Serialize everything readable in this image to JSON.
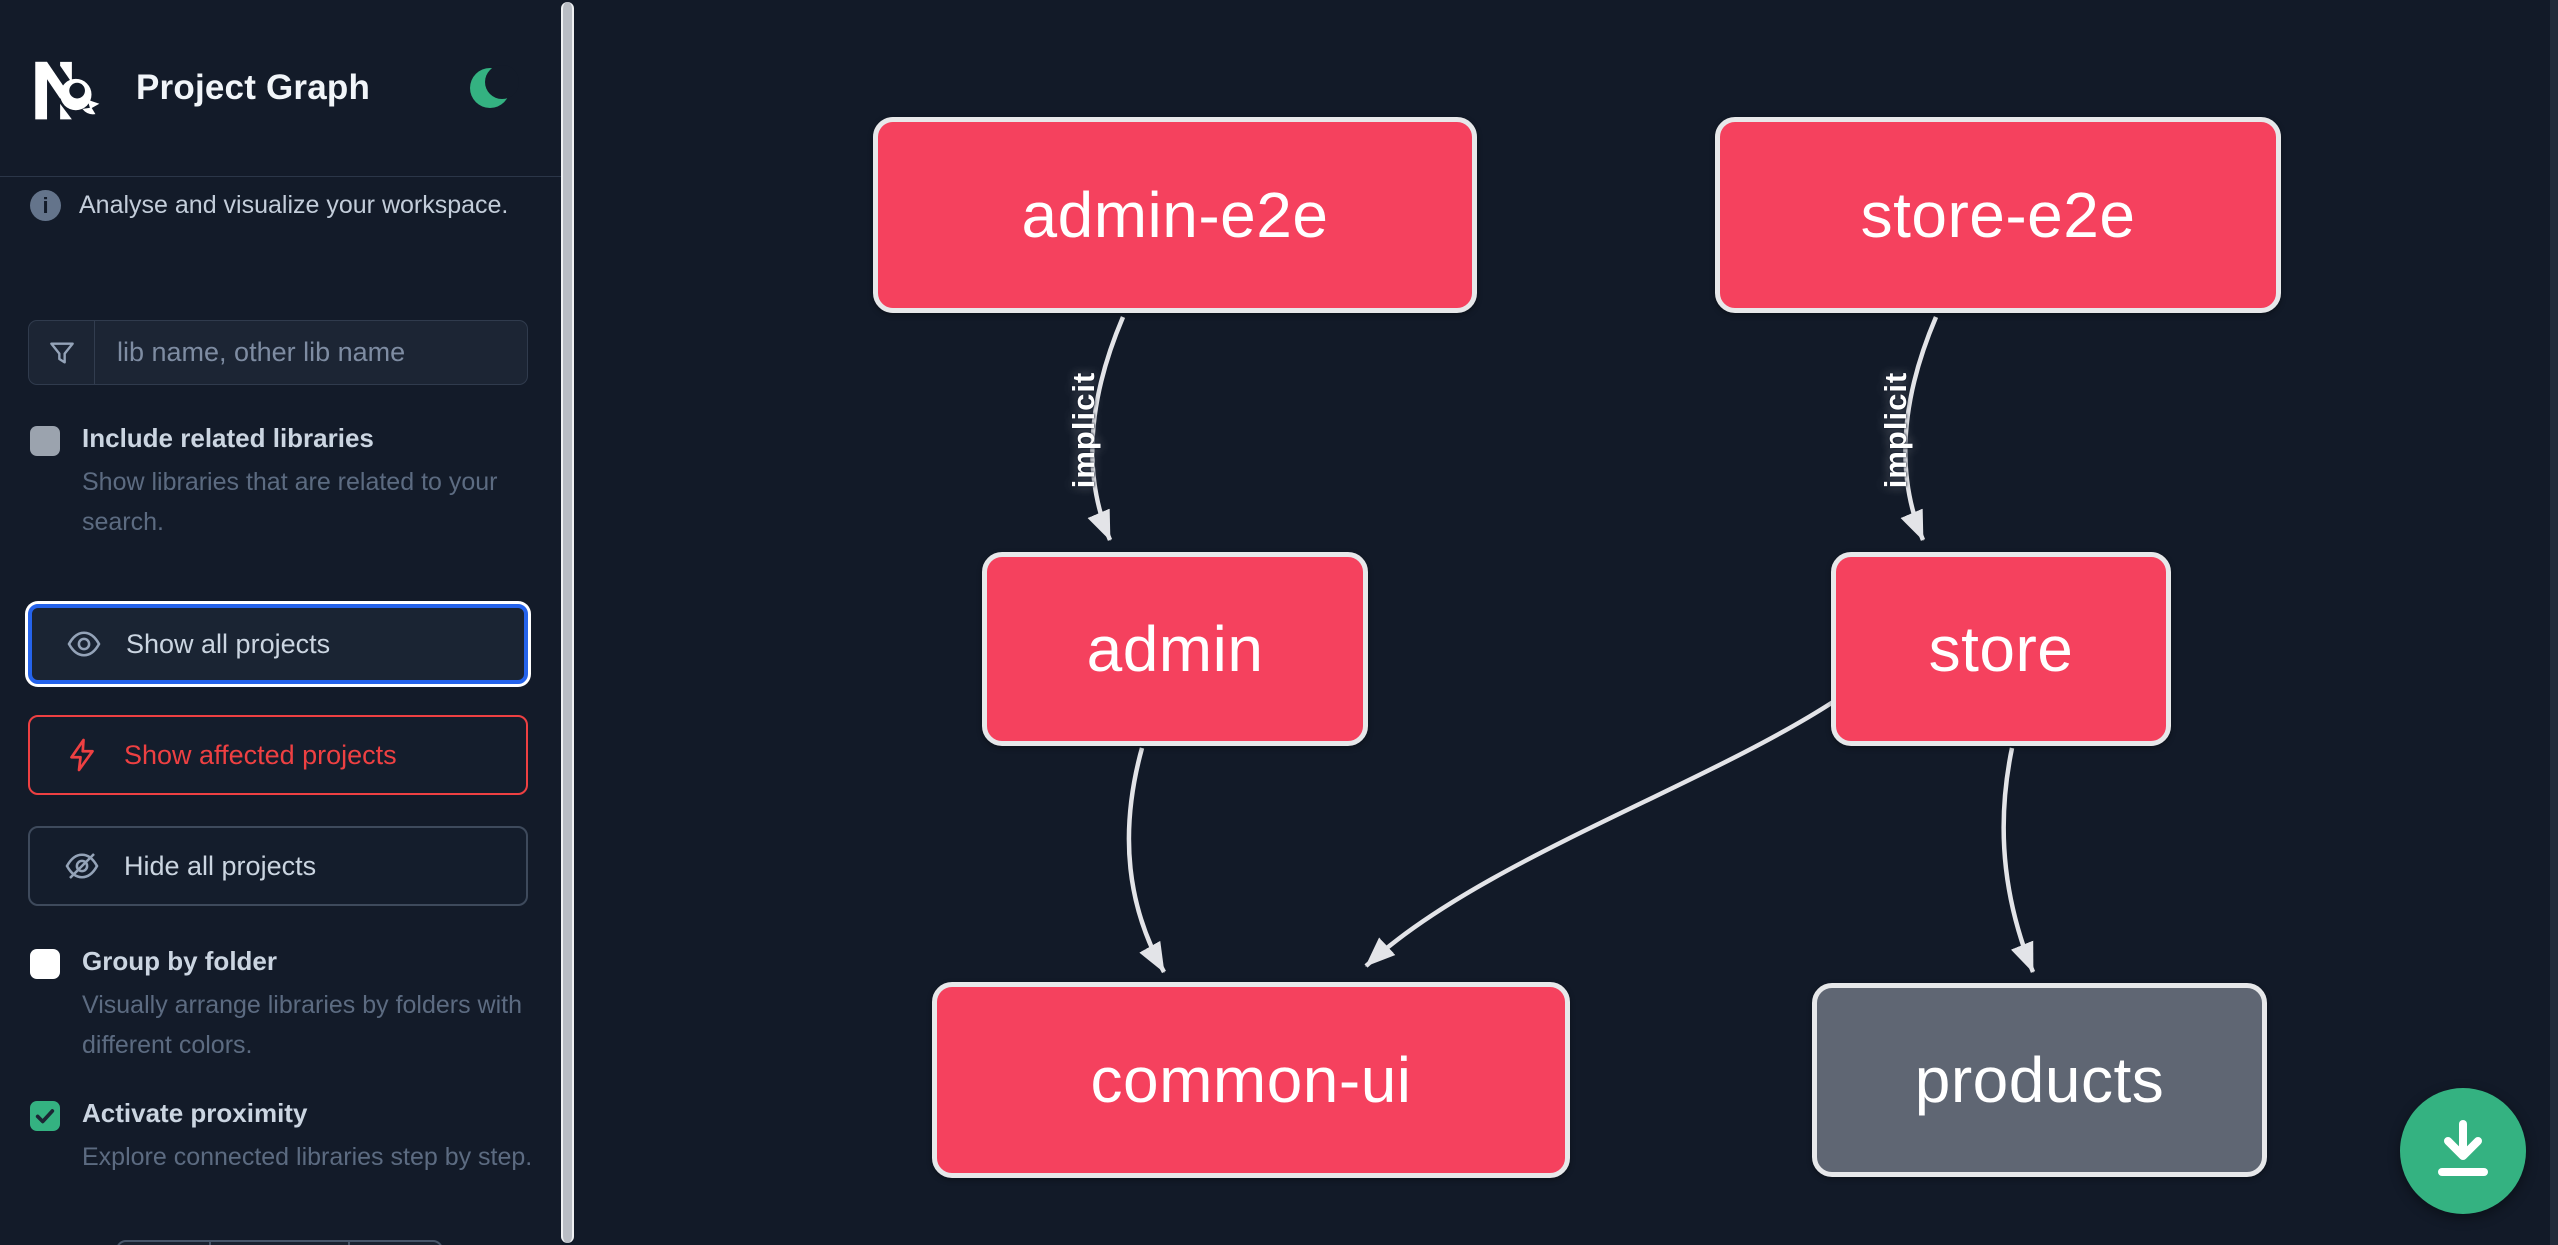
{
  "header": {
    "title": "Project Graph",
    "logo": "nx-logo",
    "theme_toggle_icon": "moon-icon"
  },
  "sidebar": {
    "info": "Analyse and visualize your workspace.",
    "search": {
      "placeholder": "lib name, other lib name",
      "value": "",
      "icon": "filter-funnel-icon"
    },
    "toggles": [
      {
        "label": "Include related libraries",
        "description": "Show libraries that are related to your search.",
        "checked": false
      },
      {
        "label": "Group by folder",
        "description": "Visually arrange libraries by folders with different colors.",
        "checked": false
      },
      {
        "label": "Activate proximity",
        "description": "Explore connected libraries step by step.",
        "checked": true
      }
    ],
    "buttons": [
      {
        "label": "Show all projects",
        "icon": "eye-icon",
        "state": "focused"
      },
      {
        "label": "Show affected projects",
        "icon": "lightning-bolt-icon",
        "state": "danger"
      },
      {
        "label": "Hide all projects",
        "icon": "eye-off-icon",
        "state": "default"
      }
    ]
  },
  "graph": {
    "nodes": [
      {
        "id": "admin-e2e",
        "label": "admin-e2e",
        "color": "#f5415e"
      },
      {
        "id": "store-e2e",
        "label": "store-e2e",
        "color": "#f5415e"
      },
      {
        "id": "admin",
        "label": "admin",
        "color": "#f5415e"
      },
      {
        "id": "store",
        "label": "store",
        "color": "#f5415e"
      },
      {
        "id": "common-ui",
        "label": "common-ui",
        "color": "#f5415e"
      },
      {
        "id": "products",
        "label": "products",
        "color": "#5f6673"
      }
    ],
    "edges": [
      {
        "from": "admin-e2e",
        "to": "admin",
        "label": "implicit"
      },
      {
        "from": "store-e2e",
        "to": "store",
        "label": "implicit"
      },
      {
        "from": "admin",
        "to": "common-ui",
        "label": ""
      },
      {
        "from": "store",
        "to": "common-ui",
        "label": ""
      },
      {
        "from": "store",
        "to": "products",
        "label": ""
      }
    ]
  },
  "fab": {
    "icon": "download-icon"
  },
  "colors": {
    "accent_green": "#34b281",
    "accent_blue": "#2563eb",
    "accent_red": "#ee4042",
    "node_pink": "#f5415e",
    "node_gray": "#5f6673",
    "edge": "#e3e4e8",
    "background": "#121a28"
  }
}
